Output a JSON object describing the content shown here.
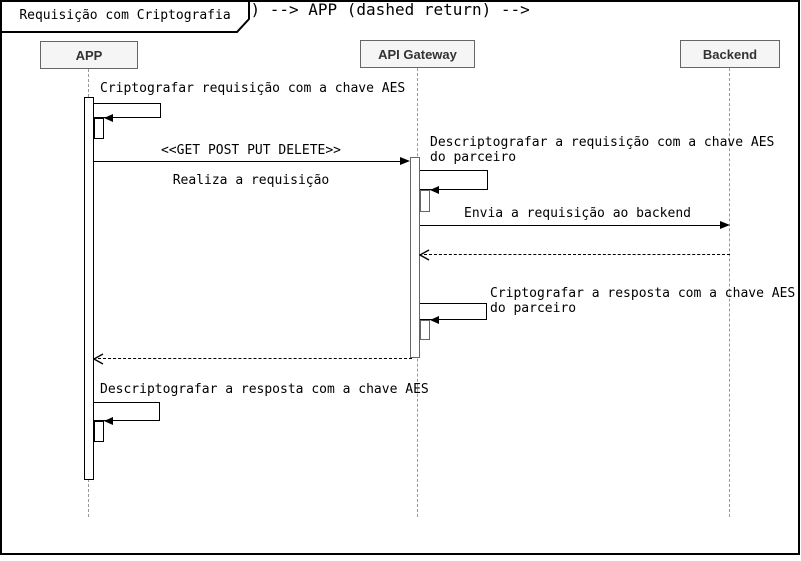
{
  "frame": {
    "title": "Requisição com Criptografia"
  },
  "actors": [
    {
      "label": "APP"
    },
    {
      "label": "API Gateway"
    },
    {
      "label": "Backend"
    }
  ],
  "messages": [
    {
      "kind": "self",
      "actor": "APP",
      "label": "Criptografar requisição com a chave AES"
    },
    {
      "kind": "sync",
      "from": "APP",
      "to": "API Gateway",
      "stereotype": "<<GET POST PUT DELETE>>",
      "label": "Realiza a requisição"
    },
    {
      "kind": "self",
      "actor": "API Gateway",
      "label": "Descriptografar a requisição com a chave AES\ndo parceiro"
    },
    {
      "kind": "sync",
      "from": "API Gateway",
      "to": "Backend",
      "label": "Envia a requisição ao backend"
    },
    {
      "kind": "return",
      "from": "Backend",
      "to": "API Gateway",
      "label": ""
    },
    {
      "kind": "self",
      "actor": "API Gateway",
      "label": "Criptografar a resposta com a chave AES\ndo parceiro"
    },
    {
      "kind": "return",
      "from": "API Gateway",
      "to": "APP",
      "label": ""
    },
    {
      "kind": "self",
      "actor": "APP",
      "label": "Descriptografar a resposta com a chave AES"
    }
  ],
  "colors": {
    "background": "#ffffff",
    "frame_border": "#000000",
    "actor_fill": "#f5f5f5",
    "actor_border": "#666666",
    "actor_text": "#333333",
    "lifeline": "#999999",
    "message_line": "#000000"
  }
}
